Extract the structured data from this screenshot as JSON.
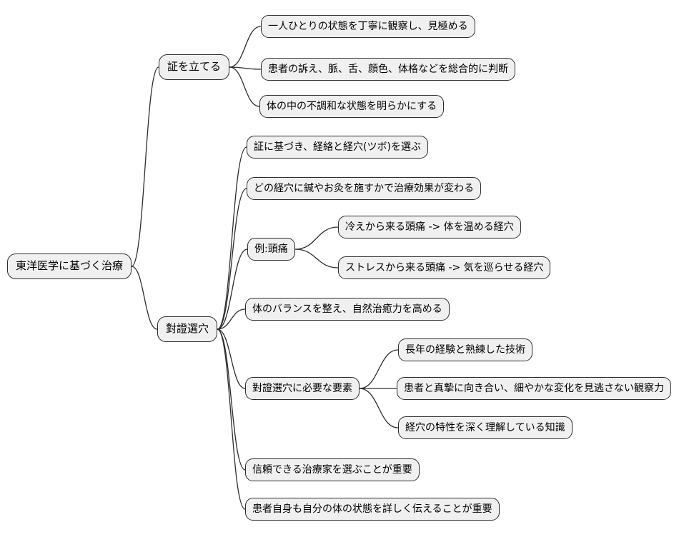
{
  "diagram": {
    "type": "mindmap",
    "orientation": "left-to-right",
    "root": {
      "label": "東洋医学に基づく治療",
      "children": [
        {
          "label": "証を立てる",
          "children": [
            {
              "label": "一人ひとりの状態を丁寧に観察し、見極める"
            },
            {
              "label": "患者の訴え、脈、舌、顔色、体格などを総合的に判断"
            },
            {
              "label": "体の中の不調和な状態を明らかにする"
            }
          ]
        },
        {
          "label": "對證選穴",
          "children": [
            {
              "label": "証に基づき、経絡と経穴(ツボ)を選ぶ"
            },
            {
              "label": "どの経穴に鍼やお灸を施すかで治療効果が変わる"
            },
            {
              "label": "例:頭痛",
              "children": [
                {
                  "label": "冷えから来る頭痛 -> 体を温める経穴"
                },
                {
                  "label": "ストレスから来る頭痛 -> 気を巡らせる経穴"
                }
              ]
            },
            {
              "label": "体のバランスを整え、自然治癒力を高める"
            },
            {
              "label": "對證選穴に必要な要素",
              "children": [
                {
                  "label": "長年の経験と熟練した技術"
                },
                {
                  "label": "患者と真摯に向き合い、細やかな変化を見逃さない観察力"
                },
                {
                  "label": "経穴の特性を深く理解している知識"
                }
              ]
            },
            {
              "label": "信頼できる治療家を選ぶことが重要"
            },
            {
              "label": "患者自身も自分の体の状態を詳しく伝えることが重要"
            }
          ]
        }
      ]
    }
  },
  "colors": {
    "background": "#ffffff",
    "node_fill": "#f0f0f0",
    "node_border": "#2d2d2d",
    "link": "#2d2d2d",
    "text": "#000000"
  }
}
